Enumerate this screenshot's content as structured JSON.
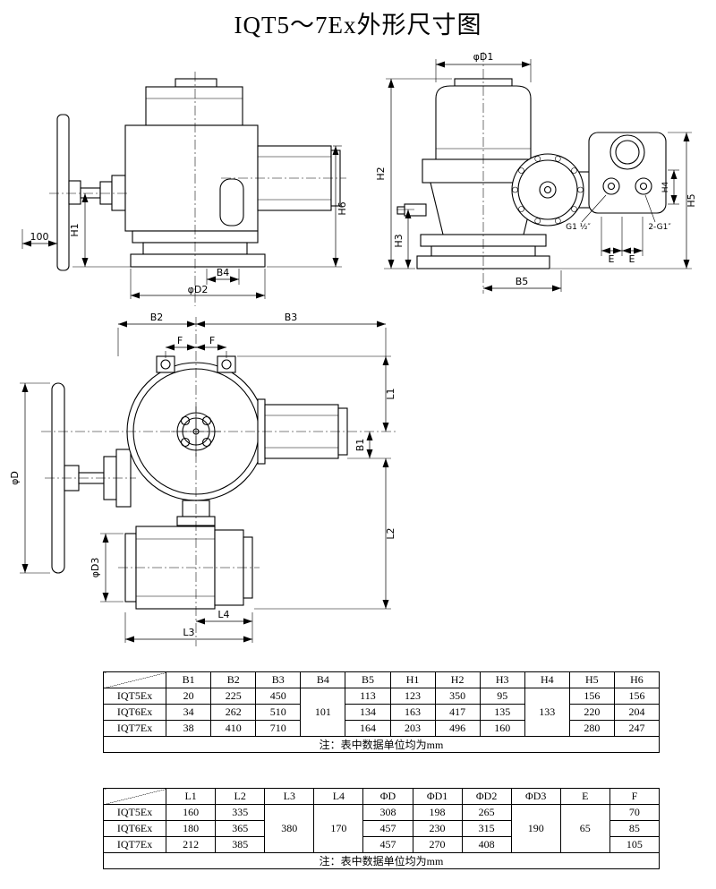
{
  "title": "IQT5～7Ex外形尺寸图",
  "views": {
    "side": {
      "labels": {
        "d100": "100",
        "h1": "H1",
        "b4": "B4",
        "phid2": "φD2",
        "h6": "H6"
      }
    },
    "front": {
      "labels": {
        "phid1": "φD1",
        "h2": "H2",
        "h3": "H3",
        "b5": "B5",
        "g1": "G1 ½″",
        "g2": "2-G1″",
        "e1": "E",
        "e2": "E",
        "h4": "H4",
        "h5": "H5"
      }
    },
    "top": {
      "labels": {
        "b2": "B2",
        "b3": "B3",
        "f1": "F",
        "f2": "F",
        "phid": "φD",
        "phid3": "φD3",
        "l1": "L1",
        "b1": "B1",
        "l2": "L2",
        "l3": "L3",
        "l4": "L4"
      }
    }
  },
  "table1": {
    "headers": [
      "B1",
      "B2",
      "B3",
      "B4",
      "B5",
      "H1",
      "H2",
      "H3",
      "H4",
      "H5",
      "H6"
    ],
    "rows": [
      [
        "IQT5Ex",
        "20",
        "225",
        "450",
        "101",
        "113",
        "123",
        "350",
        "95",
        "133",
        "156",
        "156"
      ],
      [
        "IQT6Ex",
        "34",
        "262",
        "510",
        "134",
        "163",
        "417",
        "135",
        "220",
        "204"
      ],
      [
        "IQT7Ex",
        "38",
        "410",
        "710",
        "164",
        "203",
        "496",
        "160",
        "280",
        "247"
      ]
    ],
    "note": "注：表中数据单位均为mm"
  },
  "table2": {
    "headers": [
      "L1",
      "L2",
      "L3",
      "L4",
      "ΦD",
      "ΦD1",
      "ΦD2",
      "ΦD3",
      "E",
      "F"
    ],
    "rows": [
      [
        "IQT5Ex",
        "160",
        "335",
        "380",
        "170",
        "308",
        "198",
        "265",
        "190",
        "65",
        "70"
      ],
      [
        "IQT6Ex",
        "180",
        "365",
        "457",
        "230",
        "315",
        "85"
      ],
      [
        "IQT7Ex",
        "212",
        "385",
        "457",
        "270",
        "408",
        "105"
      ]
    ],
    "note": "注：表中数据单位均为mm"
  }
}
